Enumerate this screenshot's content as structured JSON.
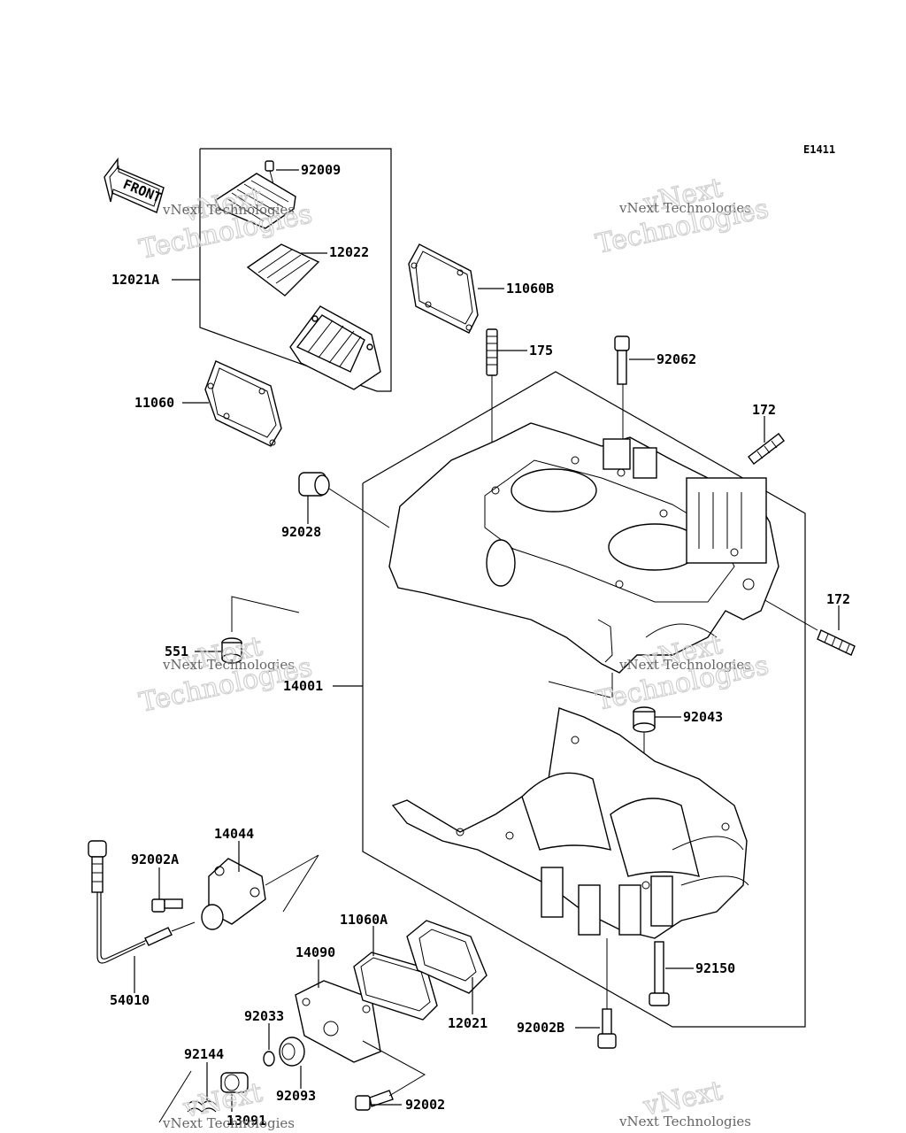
{
  "diagram_code": "E1411",
  "front_label": "FRONT",
  "watermark": {
    "line1": "vNext Technologies",
    "line2": "vNext",
    "line3": "Technologies"
  },
  "parts": {
    "p92009": "92009",
    "p12022": "12022",
    "p12021A": "12021A",
    "p11060B": "11060B",
    "p175": "175",
    "p92062": "92062",
    "p11060": "11060",
    "p172a": "172",
    "p92028": "92028",
    "p172b": "172",
    "p551": "551",
    "p14001": "14001",
    "p92043": "92043",
    "p14044": "14044",
    "p92002A": "92002A",
    "p11060A": "11060A",
    "p54010": "54010",
    "p14090": "14090",
    "p92150": "92150",
    "p12021": "12021",
    "p92033": "92033",
    "p92002B": "92002B",
    "p92144": "92144",
    "p92093": "92093",
    "p92002": "92002",
    "p13091": "13091"
  }
}
